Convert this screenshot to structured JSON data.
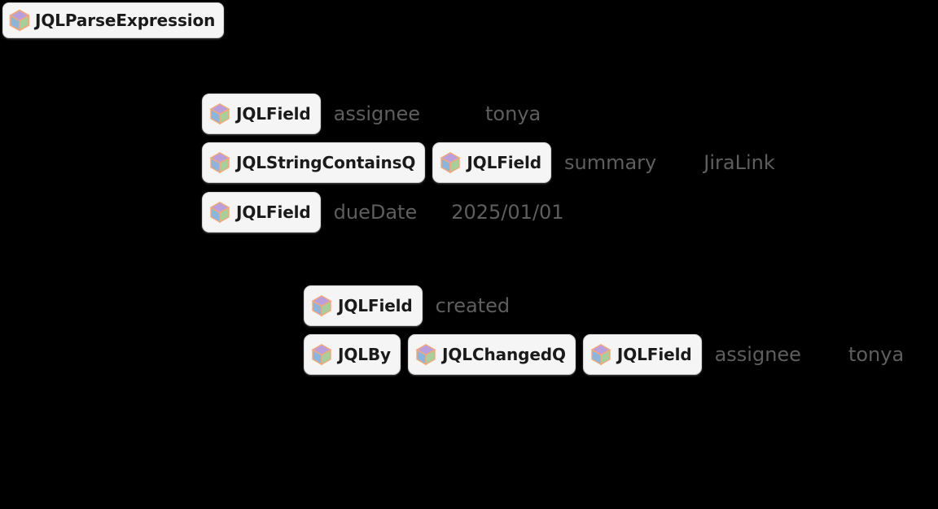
{
  "theme": {
    "background": "#000000",
    "pill_bg": "#f5f5f5",
    "pill_border": "#d4d4d4",
    "pill_text": "#1a1a1a",
    "arg_text": "#5e5e5e",
    "cube_top": "#b9a0dd",
    "cube_left": "#8fb4d9",
    "cube_right": "#a8cf9a",
    "cube_edge": "#f0a97c"
  },
  "header": {
    "symbol": "JQLParseExpression",
    "icon": "cube-icon"
  },
  "expression": {
    "group_a": [
      {
        "symbols": [
          "JQLField"
        ],
        "args": [
          "assignee",
          "tonya"
        ]
      },
      {
        "symbols": [
          "JQLStringContainsQ",
          "JQLField"
        ],
        "args": [
          "summary",
          "JiraLink"
        ]
      },
      {
        "symbols": [
          "JQLField"
        ],
        "args": [
          "dueDate",
          "2025/01/01"
        ]
      }
    ],
    "group_b": [
      {
        "symbols": [
          "JQLField"
        ],
        "args": [
          "created"
        ]
      },
      {
        "symbols": [
          "JQLBy",
          "JQLChangedQ",
          "JQLField"
        ],
        "args": [
          "assignee",
          "tonya"
        ]
      }
    ]
  }
}
